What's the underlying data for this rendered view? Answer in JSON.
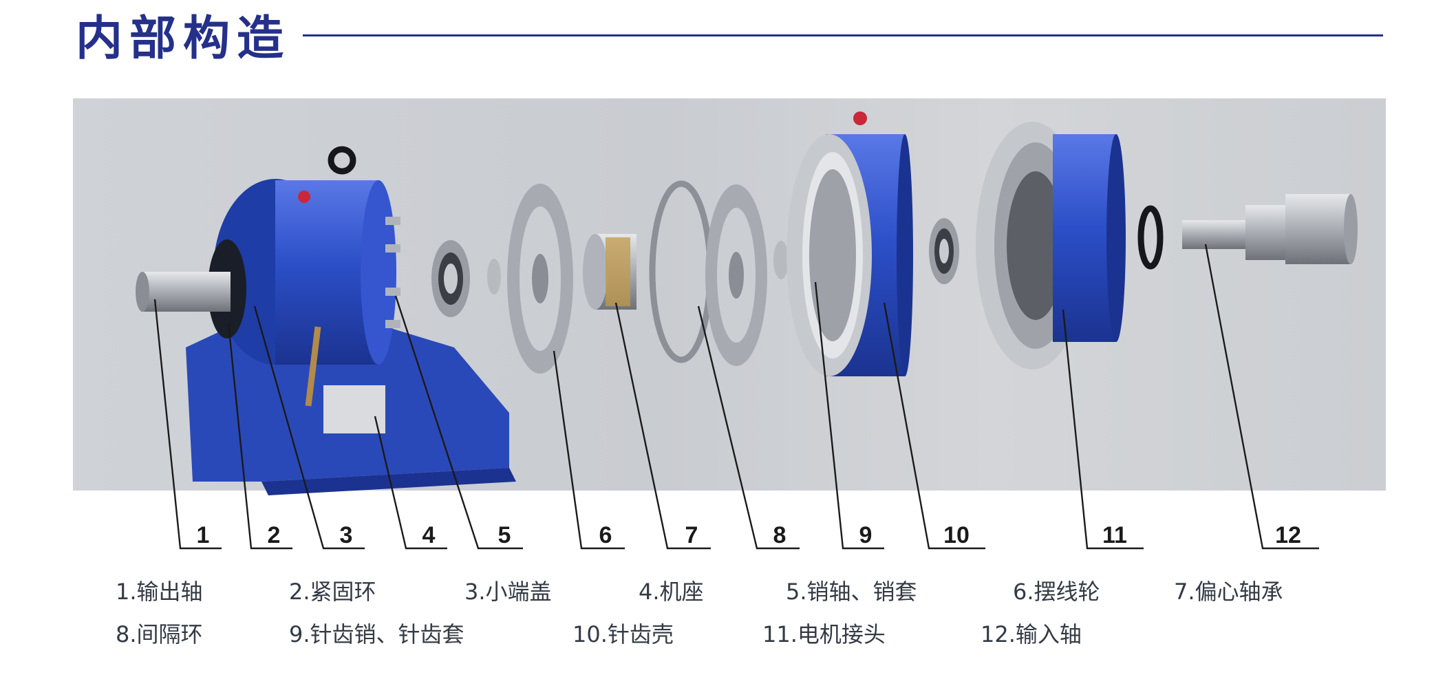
{
  "page": {
    "title": "内部构造"
  },
  "callouts": [
    "1",
    "2",
    "3",
    "4",
    "5",
    "6",
    "7",
    "8",
    "9",
    "10",
    "11",
    "12"
  ],
  "legend": [
    "1.输出轴",
    "2.紧固环",
    "3.小端盖",
    "4.机座",
    "5.销轴、销套",
    "6.摆线轮",
    "7.偏心轴承",
    "8.间隔环",
    "9.针齿销、针齿套",
    "10.针齿壳",
    "11.电机接头",
    "12.输入轴"
  ],
  "colors": {
    "title": "#24308a",
    "part_blue": "#2c4fc8",
    "steel": "#b8bcc2",
    "lines": "#1a1a1a"
  }
}
